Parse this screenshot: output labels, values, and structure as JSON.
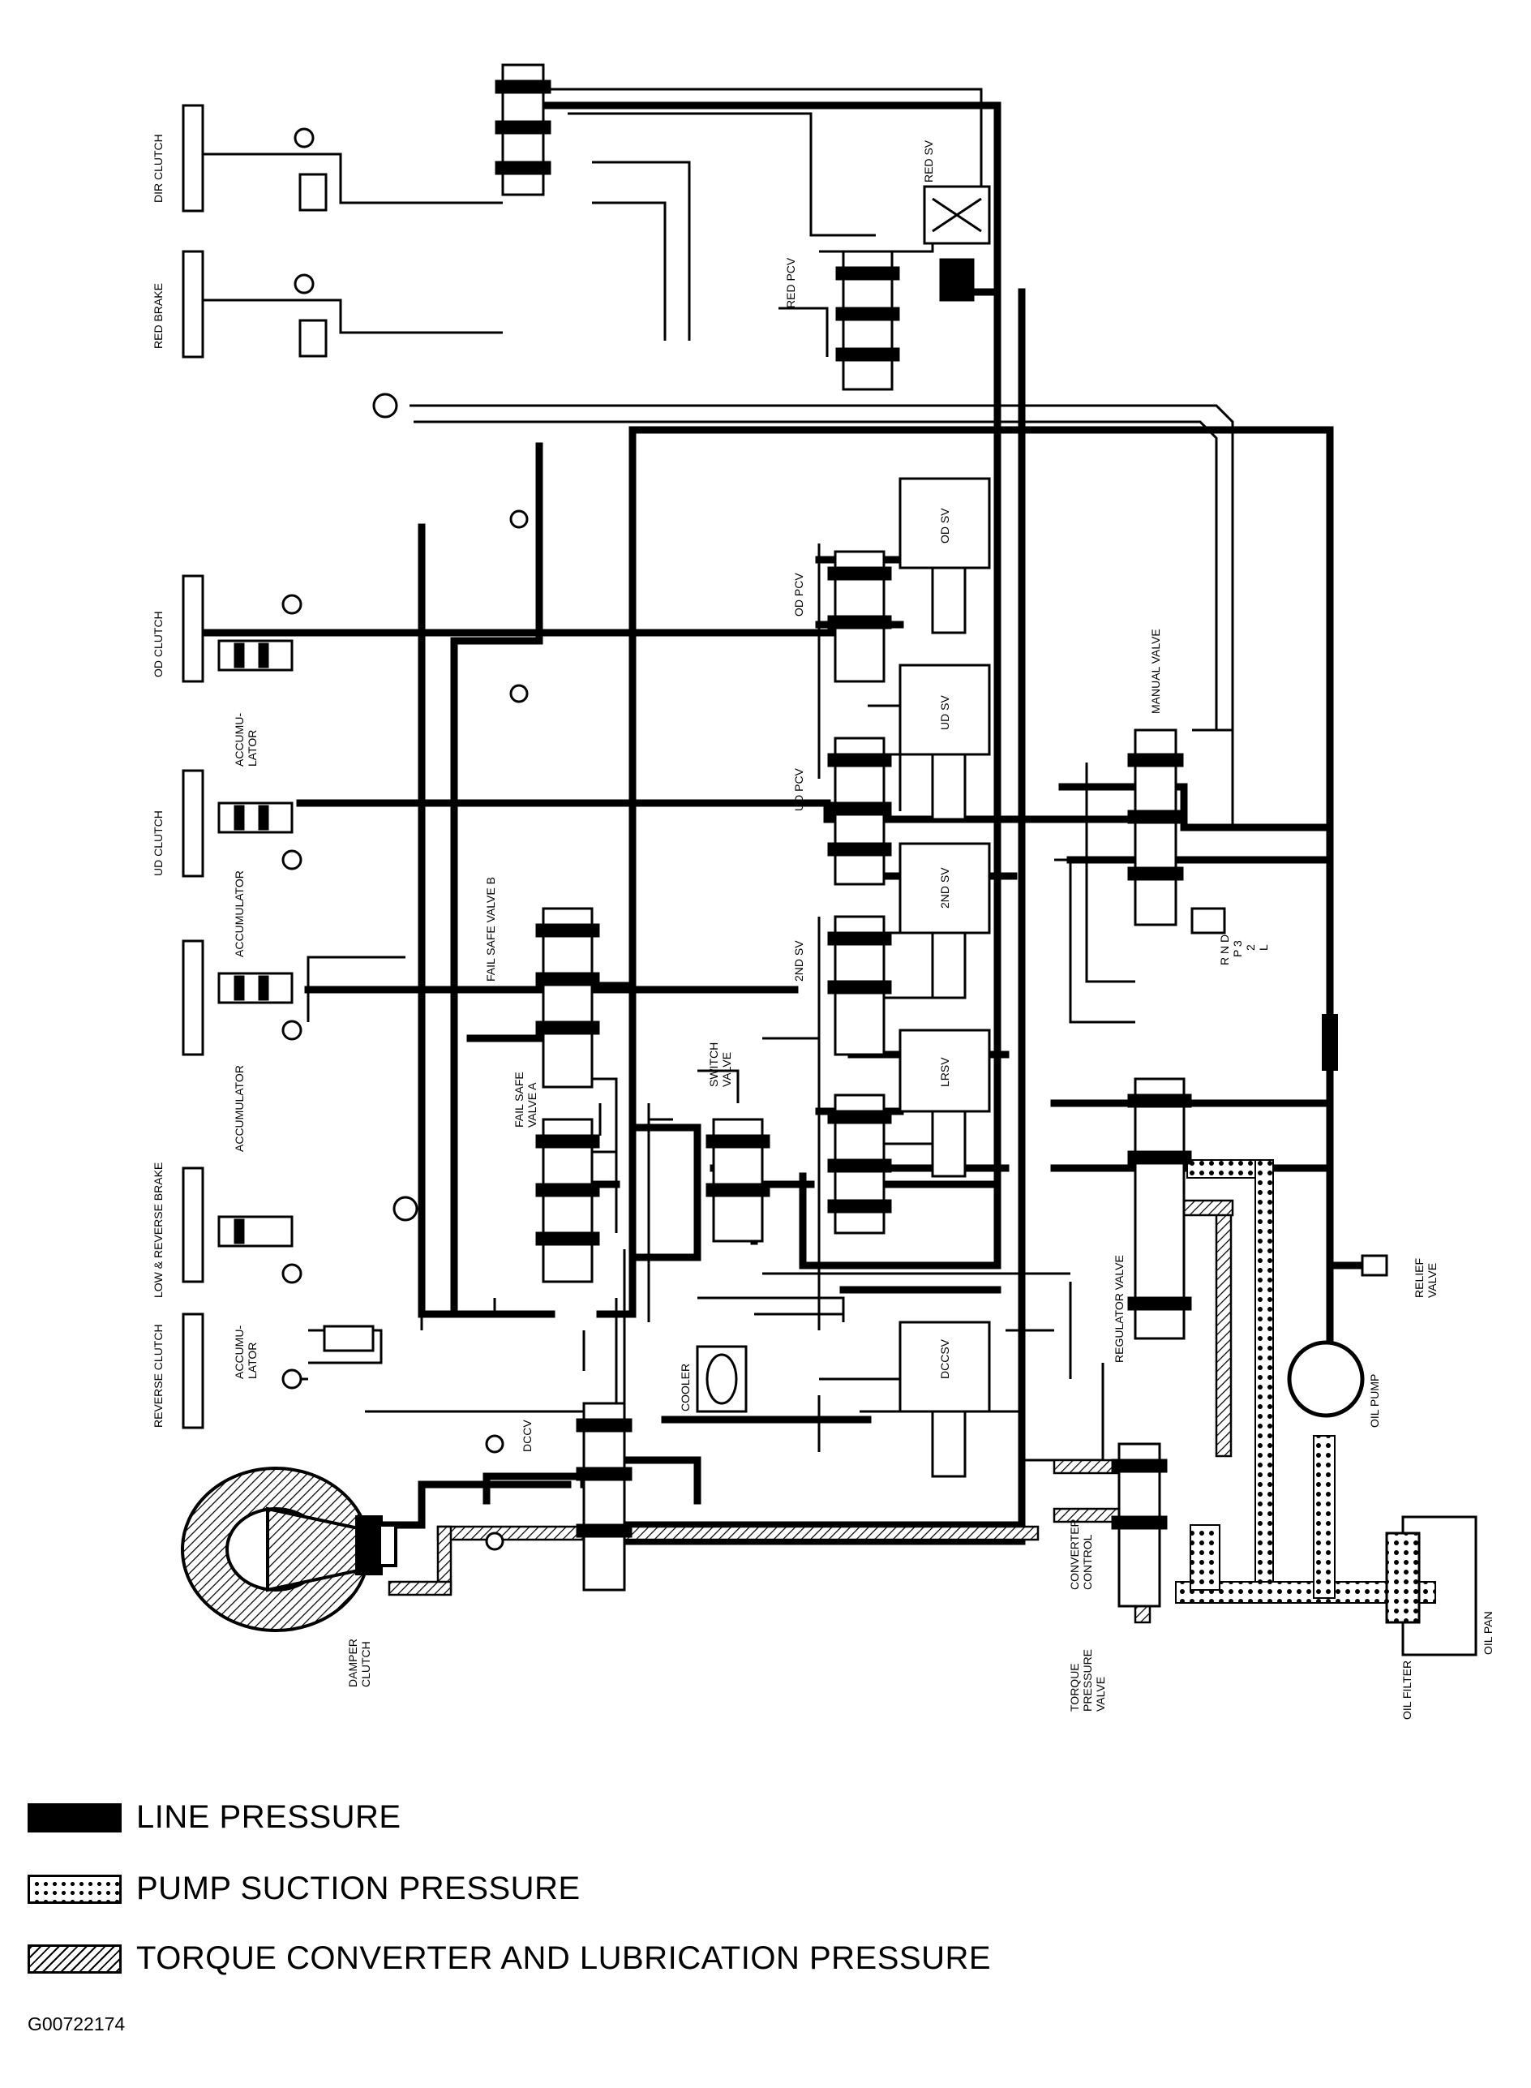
{
  "components": {
    "dir_clutch": "DIR CLUTCH",
    "red_brake": "RED BRAKE",
    "red_sv": "RED SV",
    "red_pcv": "RED PCV",
    "od_clutch": "OD CLUTCH",
    "accumulator_od": "ACCUMU-\nLATOR",
    "ud_clutch": "UD CLUTCH",
    "accumulator_ud": "ACCUMULATOR",
    "accumulator_lr": "ACCUMULATOR",
    "low_reverse_brake": "LOW & REVERSE BRAKE",
    "reverse_clutch": "REVERSE CLUTCH",
    "accumulator_rc": "ACCUMU-\nLATOR",
    "od_sv": "OD SV",
    "od_pcv": "OD PCV",
    "ud_sv": "UD SV",
    "ud_pcv": "UD PCV",
    "second_sv_box": "2ND SV",
    "second_sv": "2ND SV",
    "lrsv": "LRSV",
    "dccsv": "DCCSV",
    "fail_safe_b": "FAIL SAFE VALVE B",
    "fail_safe_a": "FAIL SAFE\nVALVE A",
    "switch_valve": "SWITCH\nVALVE",
    "cooler": "COOLER",
    "dccv": "DCCV",
    "damper_clutch": "DAMPER\nCLUTCH",
    "manual_valve": "MANUAL VALVE",
    "shift_positions": "R N D\nP 3\n2\nL",
    "regulator_valve": "REGULATOR VALVE",
    "relief_valve": "RELIEF\nVALVE",
    "oil_pump": "OIL PUMP",
    "converter_control": "CONVERTER\nCONTROL",
    "torque_pressure_valve": "TORQUE\nPRESSURE\nVALVE",
    "oil_filter": "OIL FILTER",
    "oil_pan": "OIL PAN"
  },
  "legend": [
    {
      "pattern": "solid",
      "label": "LINE PRESSURE"
    },
    {
      "pattern": "dotted",
      "label": "PUMP SUCTION PRESSURE"
    },
    {
      "pattern": "hatched",
      "label": "TORQUE CONVERTER AND LUBRICATION PRESSURE"
    }
  ],
  "figure_id": "G00722174",
  "colors": {
    "ink": "#000000",
    "paper": "#ffffff"
  }
}
